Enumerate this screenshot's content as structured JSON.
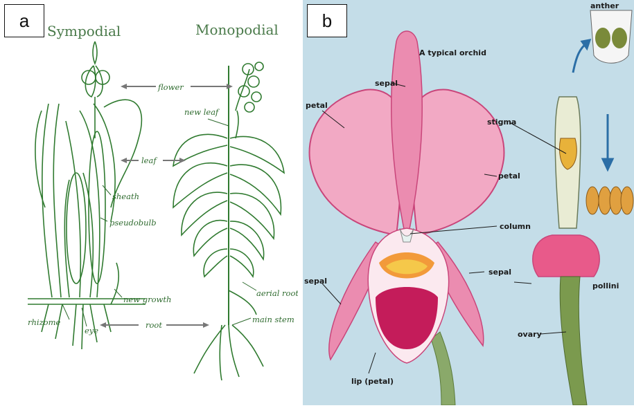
{
  "panel_a": {
    "tag": "a",
    "title_left": "Sympodial",
    "title_right": "Monopodial",
    "labels": {
      "flower": "flower",
      "leaf": "leaf",
      "new_leaf": "new leaf",
      "sheath": "sheath",
      "pseudobulb": "pseudobulb",
      "new_growth": "new growth",
      "rhizome": "rhizome",
      "eye": "eye",
      "root": "root",
      "aerial_root": "aerial root",
      "main_stem": "main stem"
    }
  },
  "panel_b": {
    "tag": "b",
    "title": "A typical orchid",
    "labels": {
      "sepal_top": "sepal",
      "petal_left": "petal",
      "stigma": "stigma",
      "anther": "anther",
      "petal_right": "petal",
      "column": "column",
      "sepal_left": "sepal",
      "sepal_right": "sepal",
      "pollinia": "pollini",
      "ovary": "ovary",
      "lip": "lip (petal)"
    }
  }
}
